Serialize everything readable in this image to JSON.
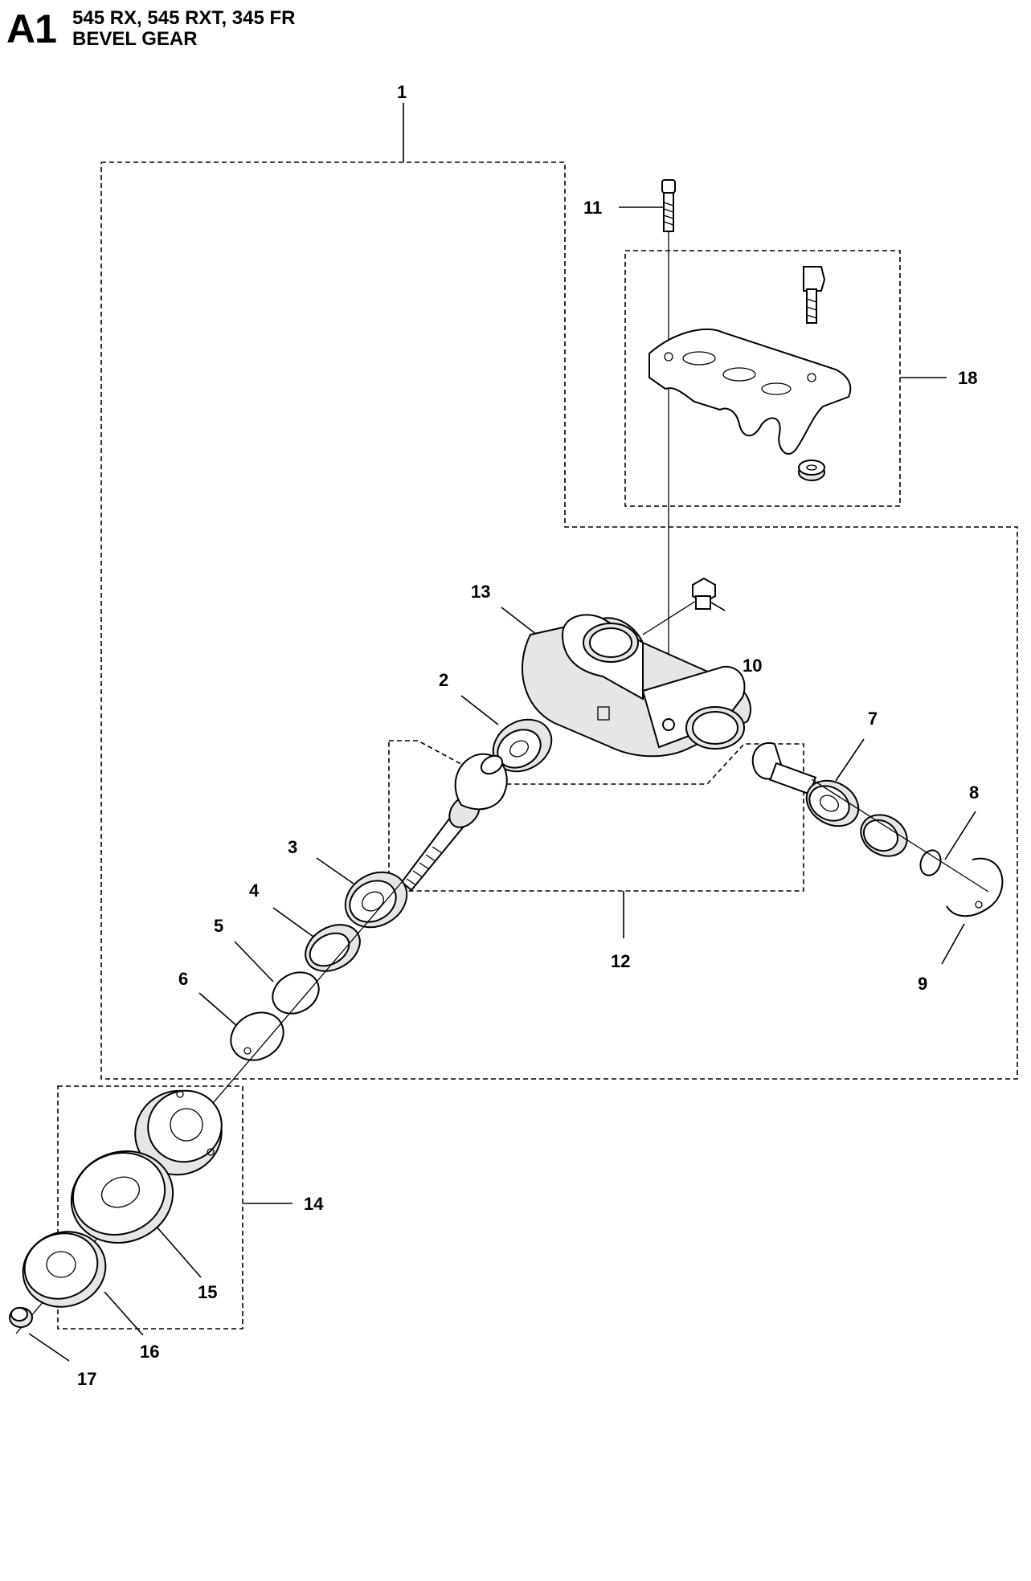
{
  "header": {
    "section": "A1",
    "models": "545 RX, 545 RXT, 345 FR",
    "title": "BEVEL GEAR"
  },
  "callouts": {
    "c1": "1",
    "c2": "2",
    "c3": "3",
    "c4": "4",
    "c5": "5",
    "c6": "6",
    "c7": "7",
    "c8": "8",
    "c9": "9",
    "c10": "10",
    "c11": "11",
    "c12": "12",
    "c13": "13",
    "c14": "14",
    "c15": "15",
    "c16": "16",
    "c17": "17",
    "c18": "18"
  }
}
